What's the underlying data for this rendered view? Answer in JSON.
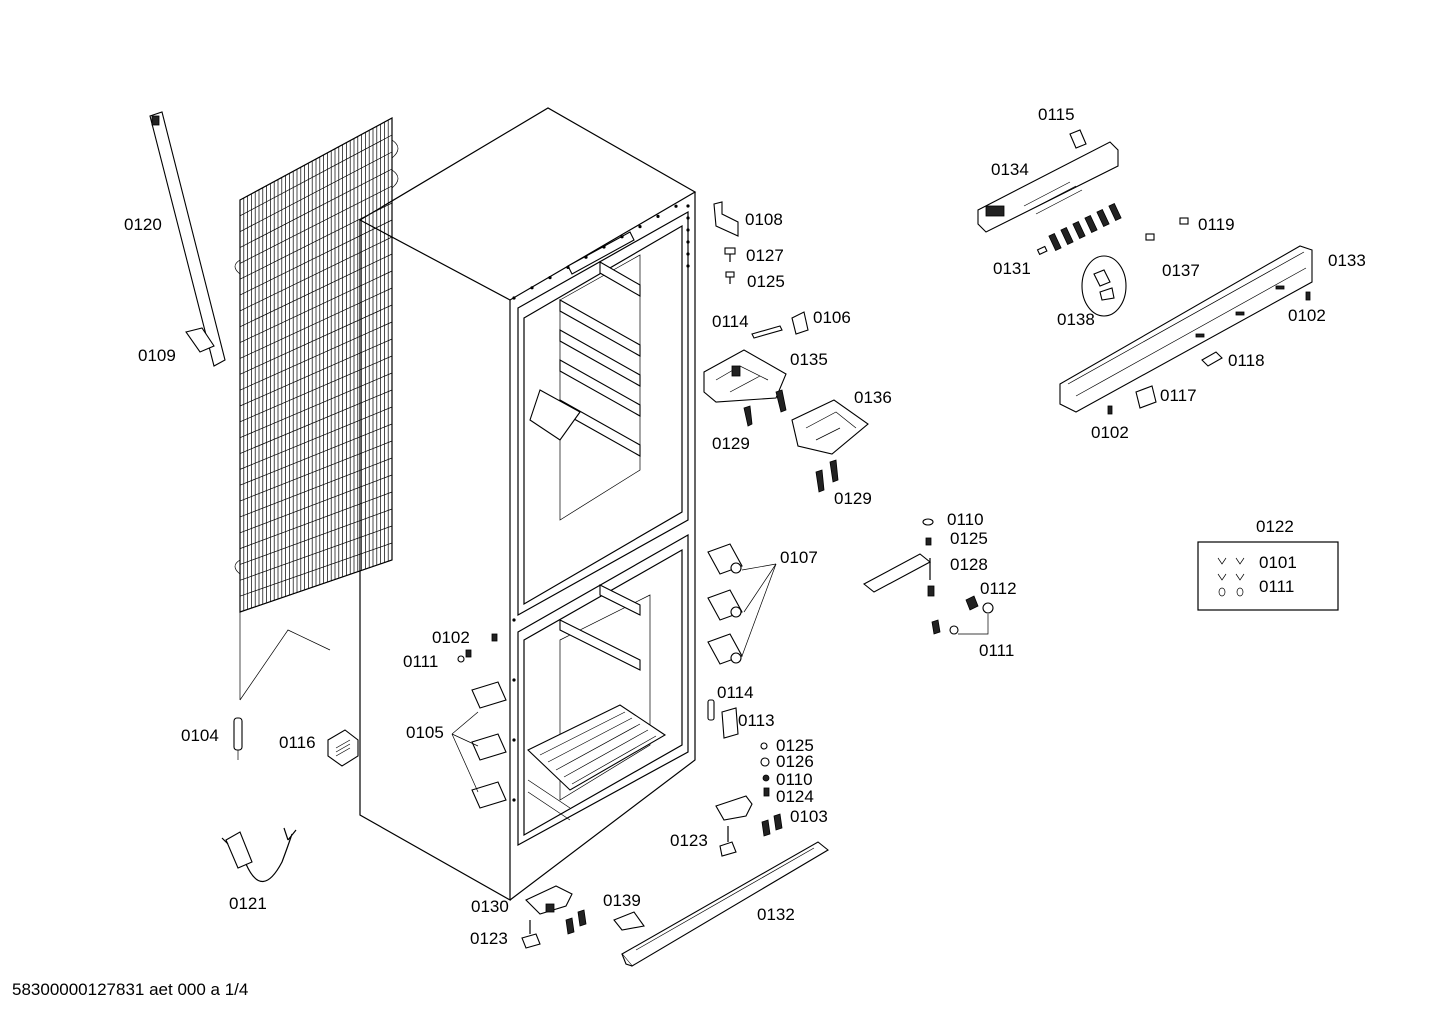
{
  "footer": {
    "document_code": "58300000127831 aet 000 a 1/4"
  },
  "labels": {
    "l0120": "0120",
    "l0109": "0109",
    "l0104": "0104",
    "l0116": "0116",
    "l0121": "0121",
    "l0102a": "0102",
    "l0111a": "0111",
    "l0105": "0105",
    "l0108": "0108",
    "l0127": "0127",
    "l0125a": "0125",
    "l0114a": "0114",
    "l0106": "0106",
    "l0135": "0135",
    "l0136": "0136",
    "l0129a": "0129",
    "l0129b": "0129",
    "l0107": "0107",
    "l0114b": "0114",
    "l0113": "0113",
    "l0125b": "0125",
    "l0126": "0126",
    "l0110b": "0110",
    "l0124": "0124",
    "l0103": "0103",
    "l0123a": "0123",
    "l0130": "0130",
    "l0123b": "0123",
    "l0139": "0139",
    "l0132": "0132",
    "l0115": "0115",
    "l0134": "0134",
    "l0119": "0119",
    "l0131": "0131",
    "l0137": "0137",
    "l0133": "0133",
    "l0138": "0138",
    "l0102b": "0102",
    "l0118": "0118",
    "l0117": "0117",
    "l0102c": "0102",
    "l0110a": "0110",
    "l0125c": "0125",
    "l0128": "0128",
    "l0112": "0112",
    "l0111b": "0111",
    "l0122": "0122",
    "l0101": "0101",
    "l0111c": "0111"
  }
}
